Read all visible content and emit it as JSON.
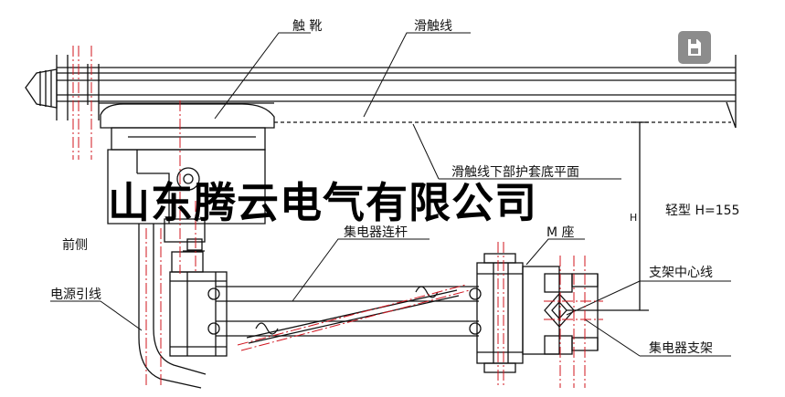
{
  "labels": {
    "contact_shoe": "触 靴",
    "trolley_line": "滑触线",
    "sheath_bottom_plane": "滑触线下部护套底平面",
    "light_type": "轻型 H=155",
    "front_side": "前侧",
    "collector_link": "集电器连杆",
    "m_seat": "M 座",
    "bracket_centerline": "支架中心线",
    "power_lead": "电源引线",
    "collector_bracket": "集电器支架",
    "height_dim": "H"
  },
  "watermark": "山东腾云电气有限公司",
  "icons": {
    "corner": "save-icon"
  },
  "colors": {
    "line": "#111111",
    "centerline": "#d0141e",
    "button": "#8c8c8c"
  }
}
